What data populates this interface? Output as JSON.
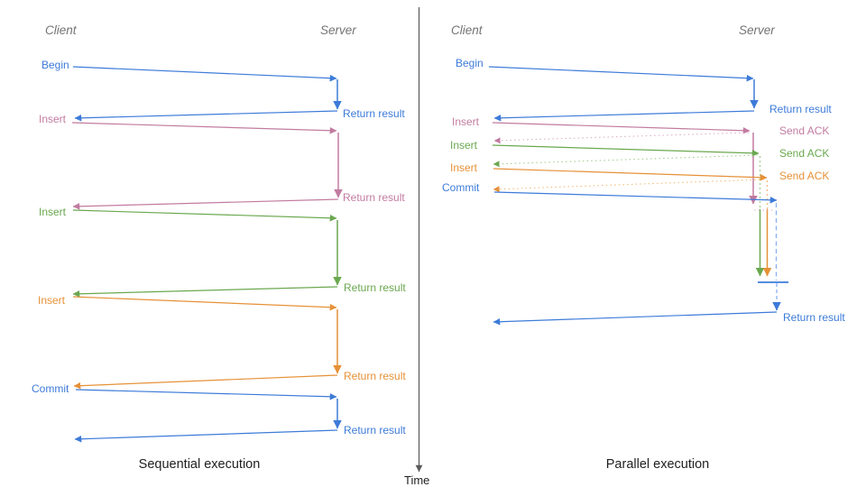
{
  "colors": {
    "blue": "#3d7bd9",
    "blue_light": "#8ab0f0",
    "pink": "#c27ba0",
    "pink_light": "#dcaec7",
    "green": "#6aa84f",
    "green_light": "#a2cd8e",
    "orange": "#e69138",
    "orange_light": "#f2bb7a",
    "header_gray": "#737373",
    "title_black": "#1f1f1f",
    "axis_gray": "#595959"
  },
  "time_label": "Time",
  "sequential": {
    "title": "Sequential execution",
    "client": "Client",
    "server": "Server",
    "ops": [
      {
        "label": "Begin",
        "response": "Return result"
      },
      {
        "label": "Insert",
        "response": "Return result"
      },
      {
        "label": "Insert",
        "response": "Return result"
      },
      {
        "label": "Insert",
        "response": "Return result"
      },
      {
        "label": "Commit",
        "response": "Return result"
      }
    ]
  },
  "parallel": {
    "title": "Parallel execution",
    "client": "Client",
    "server": "Server",
    "ops": [
      {
        "label": "Begin",
        "response": "Return result"
      },
      {
        "label": "Insert",
        "ack": "Send ACK"
      },
      {
        "label": "Insert",
        "ack": "Send ACK"
      },
      {
        "label": "Insert",
        "ack": "Send ACK"
      },
      {
        "label": "Commit",
        "response": "Return result"
      }
    ]
  }
}
